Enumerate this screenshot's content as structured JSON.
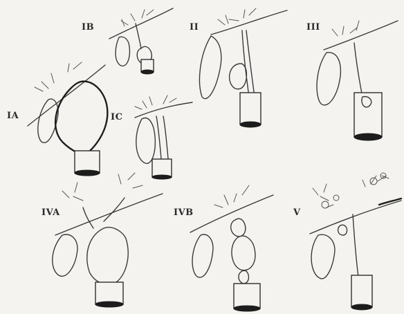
{
  "figure": {
    "panels": [
      {
        "id": "IA",
        "label": "IA"
      },
      {
        "id": "IB",
        "label": "IB"
      },
      {
        "id": "IC",
        "label": "IC"
      },
      {
        "id": "II",
        "label": "II"
      },
      {
        "id": "III",
        "label": "III"
      },
      {
        "id": "IVA",
        "label": "IVA"
      },
      {
        "id": "IVB",
        "label": "IVB"
      },
      {
        "id": "V",
        "label": "V"
      }
    ]
  }
}
